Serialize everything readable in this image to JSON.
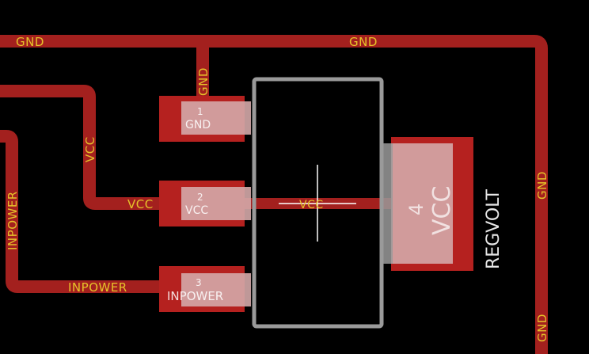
{
  "board": {
    "colors": {
      "background": "#000000",
      "trace": "#a3201e",
      "pad": "#b5211f",
      "pad_overlay": "#c8a6a6",
      "outline": "#9a9a9a",
      "net_label": "#e6c229",
      "silk": "#ffffff"
    },
    "net_labels": {
      "top_left": "GND",
      "top_center": "GND",
      "down_stub": "GND",
      "vcc_vertical": "VCC",
      "vcc_horizontal": "VCC",
      "inpower_vertical": "INPOWER",
      "inpower_horizontal": "INPOWER",
      "right_upper": "GND",
      "right_lower": "GND"
    },
    "pads": [
      {
        "number": "1",
        "name": "GND"
      },
      {
        "number": "2",
        "name": "VCC"
      },
      {
        "number": "3",
        "name": "INPOWER"
      }
    ],
    "tab_pad": {
      "number": "4",
      "name": "VCC"
    },
    "body_net_label": "VCC",
    "component_name": "REGVOLT"
  }
}
